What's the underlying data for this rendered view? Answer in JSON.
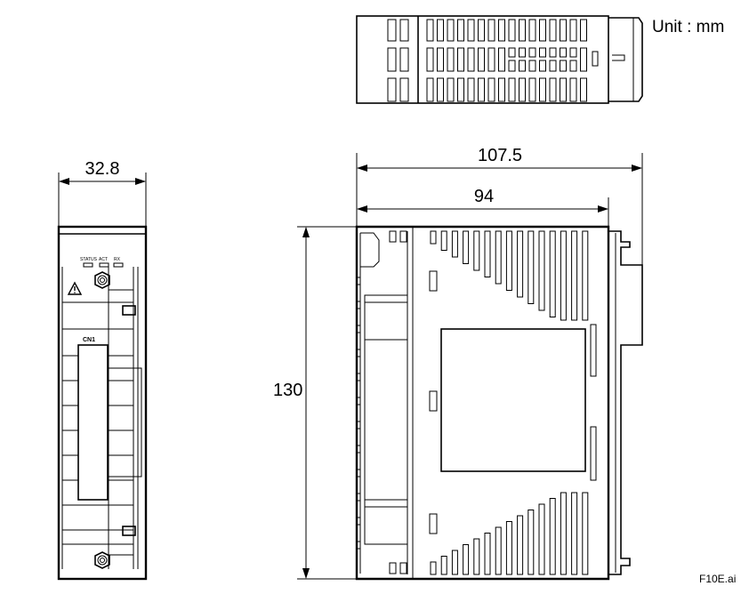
{
  "unit_label": "Unit : mm",
  "dimensions": {
    "front_width": "32.8",
    "side_depth_total": "107.5",
    "side_depth_body": "94",
    "height": "130"
  },
  "front_panel": {
    "led_status": "STATUS",
    "led_act": "ACT",
    "led_rx": "RX",
    "connector": "CN1",
    "warning_icon": "warning-triangle-icon"
  },
  "file_id": "F10E.ai"
}
